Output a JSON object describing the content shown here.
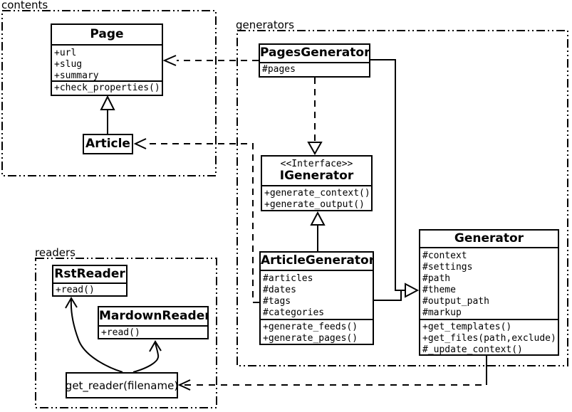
{
  "diagram": {
    "packages": {
      "contents": {
        "label": "contents"
      },
      "generators": {
        "label": "generators"
      },
      "readers": {
        "label": "readers"
      }
    },
    "classes": {
      "page": {
        "title": "Page",
        "attributes": [
          "+url",
          "+slug",
          "+summary"
        ],
        "methods": [
          "+check_properties()"
        ]
      },
      "article": {
        "title": "Article"
      },
      "pages_generator": {
        "title": "PagesGenerator",
        "attributes": [
          "#pages"
        ]
      },
      "igenerator": {
        "stereotype": "<<Interface>>",
        "title": "IGenerator",
        "methods": [
          "+generate_context()",
          "+generate_output()"
        ]
      },
      "article_generator": {
        "title": "ArticleGenerator",
        "attributes": [
          "#articles",
          "#dates",
          "#tags",
          "#categories"
        ],
        "methods": [
          "+generate_feeds()",
          "+generate_pages()"
        ]
      },
      "generator": {
        "title": "Generator",
        "attributes": [
          "#context",
          "#settings",
          "#path",
          "#theme",
          "#output_path",
          "#markup"
        ],
        "methods": [
          "+get_templates()",
          "+get_files(path,exclude)",
          "#_update_context()"
        ]
      },
      "rst_reader": {
        "title": "RstReader",
        "methods": [
          "+read()"
        ]
      },
      "markdown_reader": {
        "title": "MardownReader",
        "methods": [
          "+read()"
        ]
      },
      "get_reader": {
        "label": "get_reader(filename)"
      }
    },
    "relationships": [
      {
        "type": "generalization",
        "from": "Article",
        "to": "Page"
      },
      {
        "type": "dependency",
        "from": "PagesGenerator",
        "to": "Page"
      },
      {
        "type": "dependency",
        "from": "ArticleGenerator",
        "to": "Article"
      },
      {
        "type": "realization",
        "from": "PagesGenerator",
        "to": "IGenerator"
      },
      {
        "type": "generalization",
        "from": "ArticleGenerator",
        "to": "IGenerator"
      },
      {
        "type": "generalization",
        "from": "PagesGenerator",
        "to": "Generator"
      },
      {
        "type": "generalization",
        "from": "ArticleGenerator",
        "to": "Generator"
      },
      {
        "type": "dependency",
        "from": "Generator",
        "to": "get_reader(filename)"
      },
      {
        "type": "association",
        "from": "get_reader(filename)",
        "to": "RstReader"
      },
      {
        "type": "association",
        "from": "get_reader(filename)",
        "to": "MardownReader"
      }
    ],
    "colors": {
      "line": "#000000",
      "background": "#ffffff",
      "box_fill": "#ffffff"
    }
  }
}
